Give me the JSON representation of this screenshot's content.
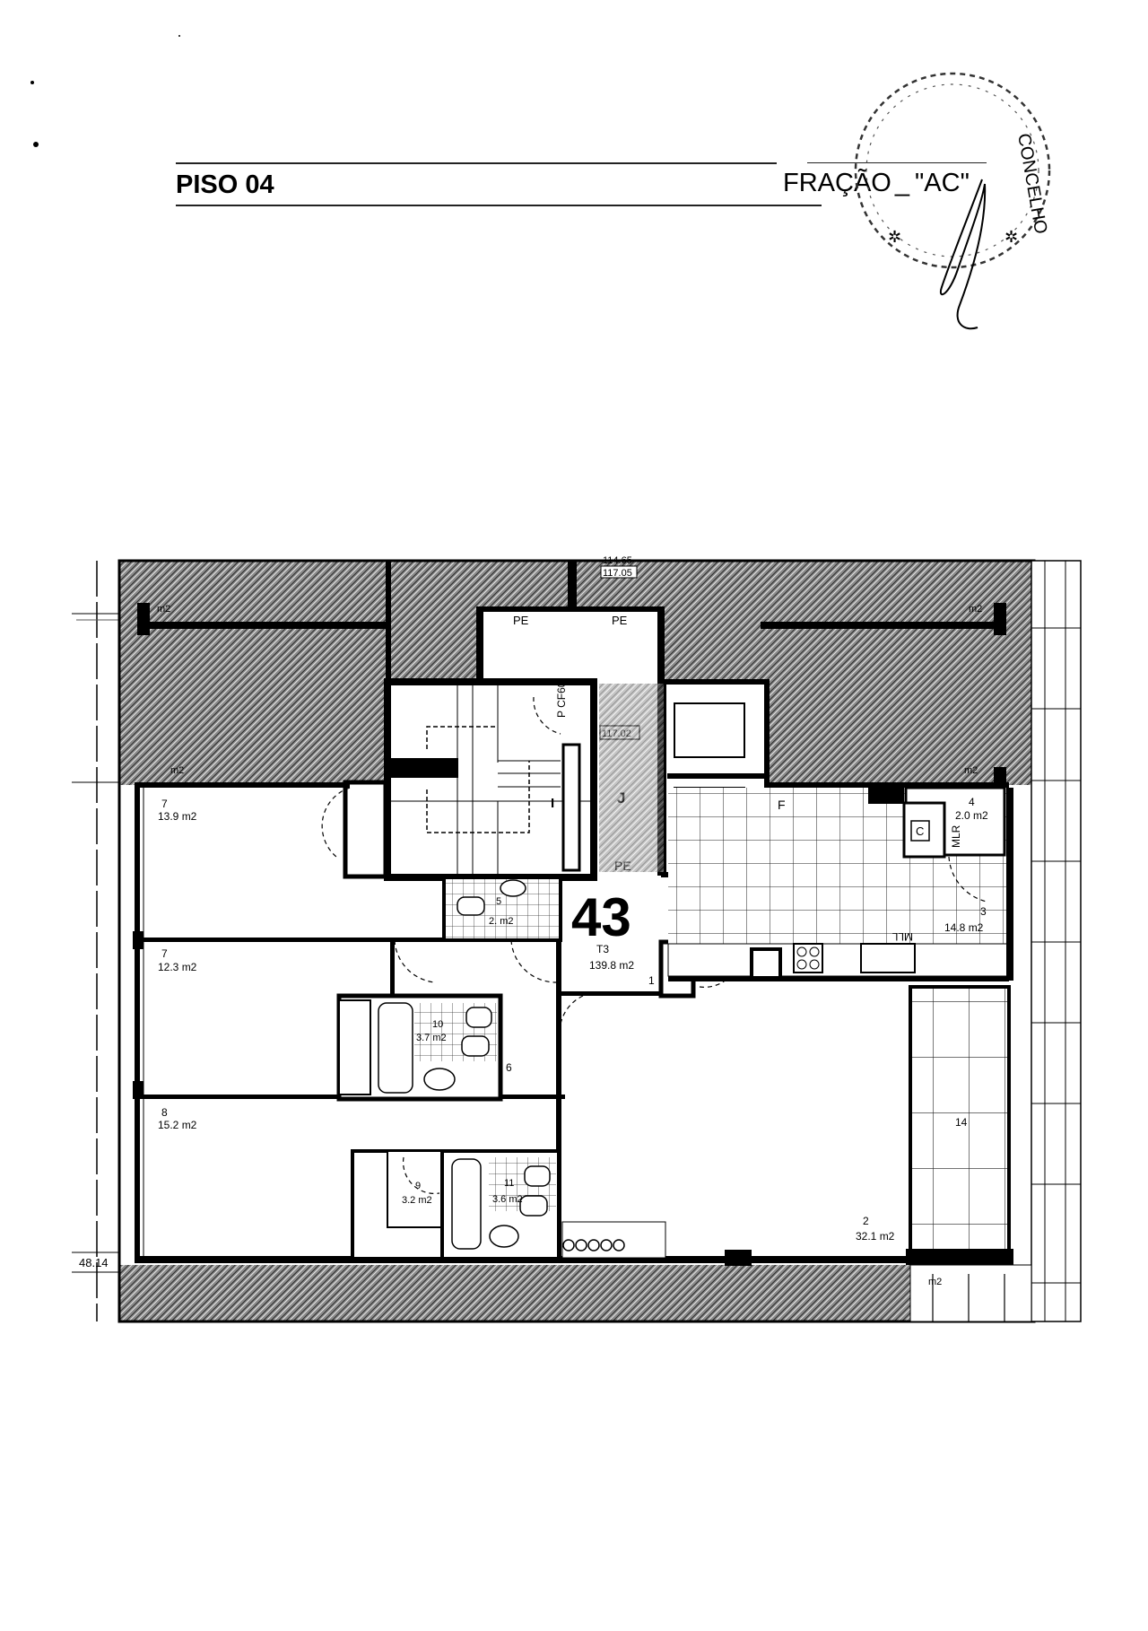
{
  "header": {
    "floor_label": "PISO 04",
    "fraction_label": "FRAÇÃO",
    "fraction_mark": "_",
    "fraction_code": "\"AC\""
  },
  "stamp": {
    "description": "circular notary stamp with handwritten signature",
    "text_fragment": "CONCELHO"
  },
  "plan": {
    "unit_number": "43",
    "unit_type": "T3",
    "unit_area": "139.8 m2",
    "elevation_top_1": "114.65",
    "elevation_top_2": "117.05",
    "elevation_core": "117.02",
    "elevation_left": "48.14",
    "core_labels": {
      "door_pe_1": "PE",
      "door_pe_2": "PE",
      "door_pe_3": "PE",
      "fire_door": "P CF60",
      "stair_label": "I",
      "lobby_label": "J"
    },
    "rooms": [
      {
        "number": "7",
        "area": "13.9 m2"
      },
      {
        "number": "7",
        "area": "12.3 m2"
      },
      {
        "number": "8",
        "area": "15.2 m2"
      },
      {
        "number": "9",
        "area": "3.2 m2"
      },
      {
        "number": "10",
        "area": "3.7 m2"
      },
      {
        "number": "11",
        "area": "3.6 m2"
      },
      {
        "number": "5",
        "area": "2. m2"
      },
      {
        "number": "6",
        "area": ""
      },
      {
        "number": "4",
        "area": "2.0 m2"
      },
      {
        "number": "3",
        "area": "14.8 m2"
      },
      {
        "number": "2",
        "area": "32.1 m2"
      },
      {
        "number": "14",
        "area": ""
      },
      {
        "number": "1",
        "area": ""
      }
    ],
    "fixture_labels": {
      "fridge": "F",
      "boiler": "C",
      "washing_machine": "MLR",
      "dishwasher": "MLL"
    },
    "hatched_area_labels": [
      "m2",
      "m2",
      "m2",
      "m2",
      "m2"
    ]
  }
}
